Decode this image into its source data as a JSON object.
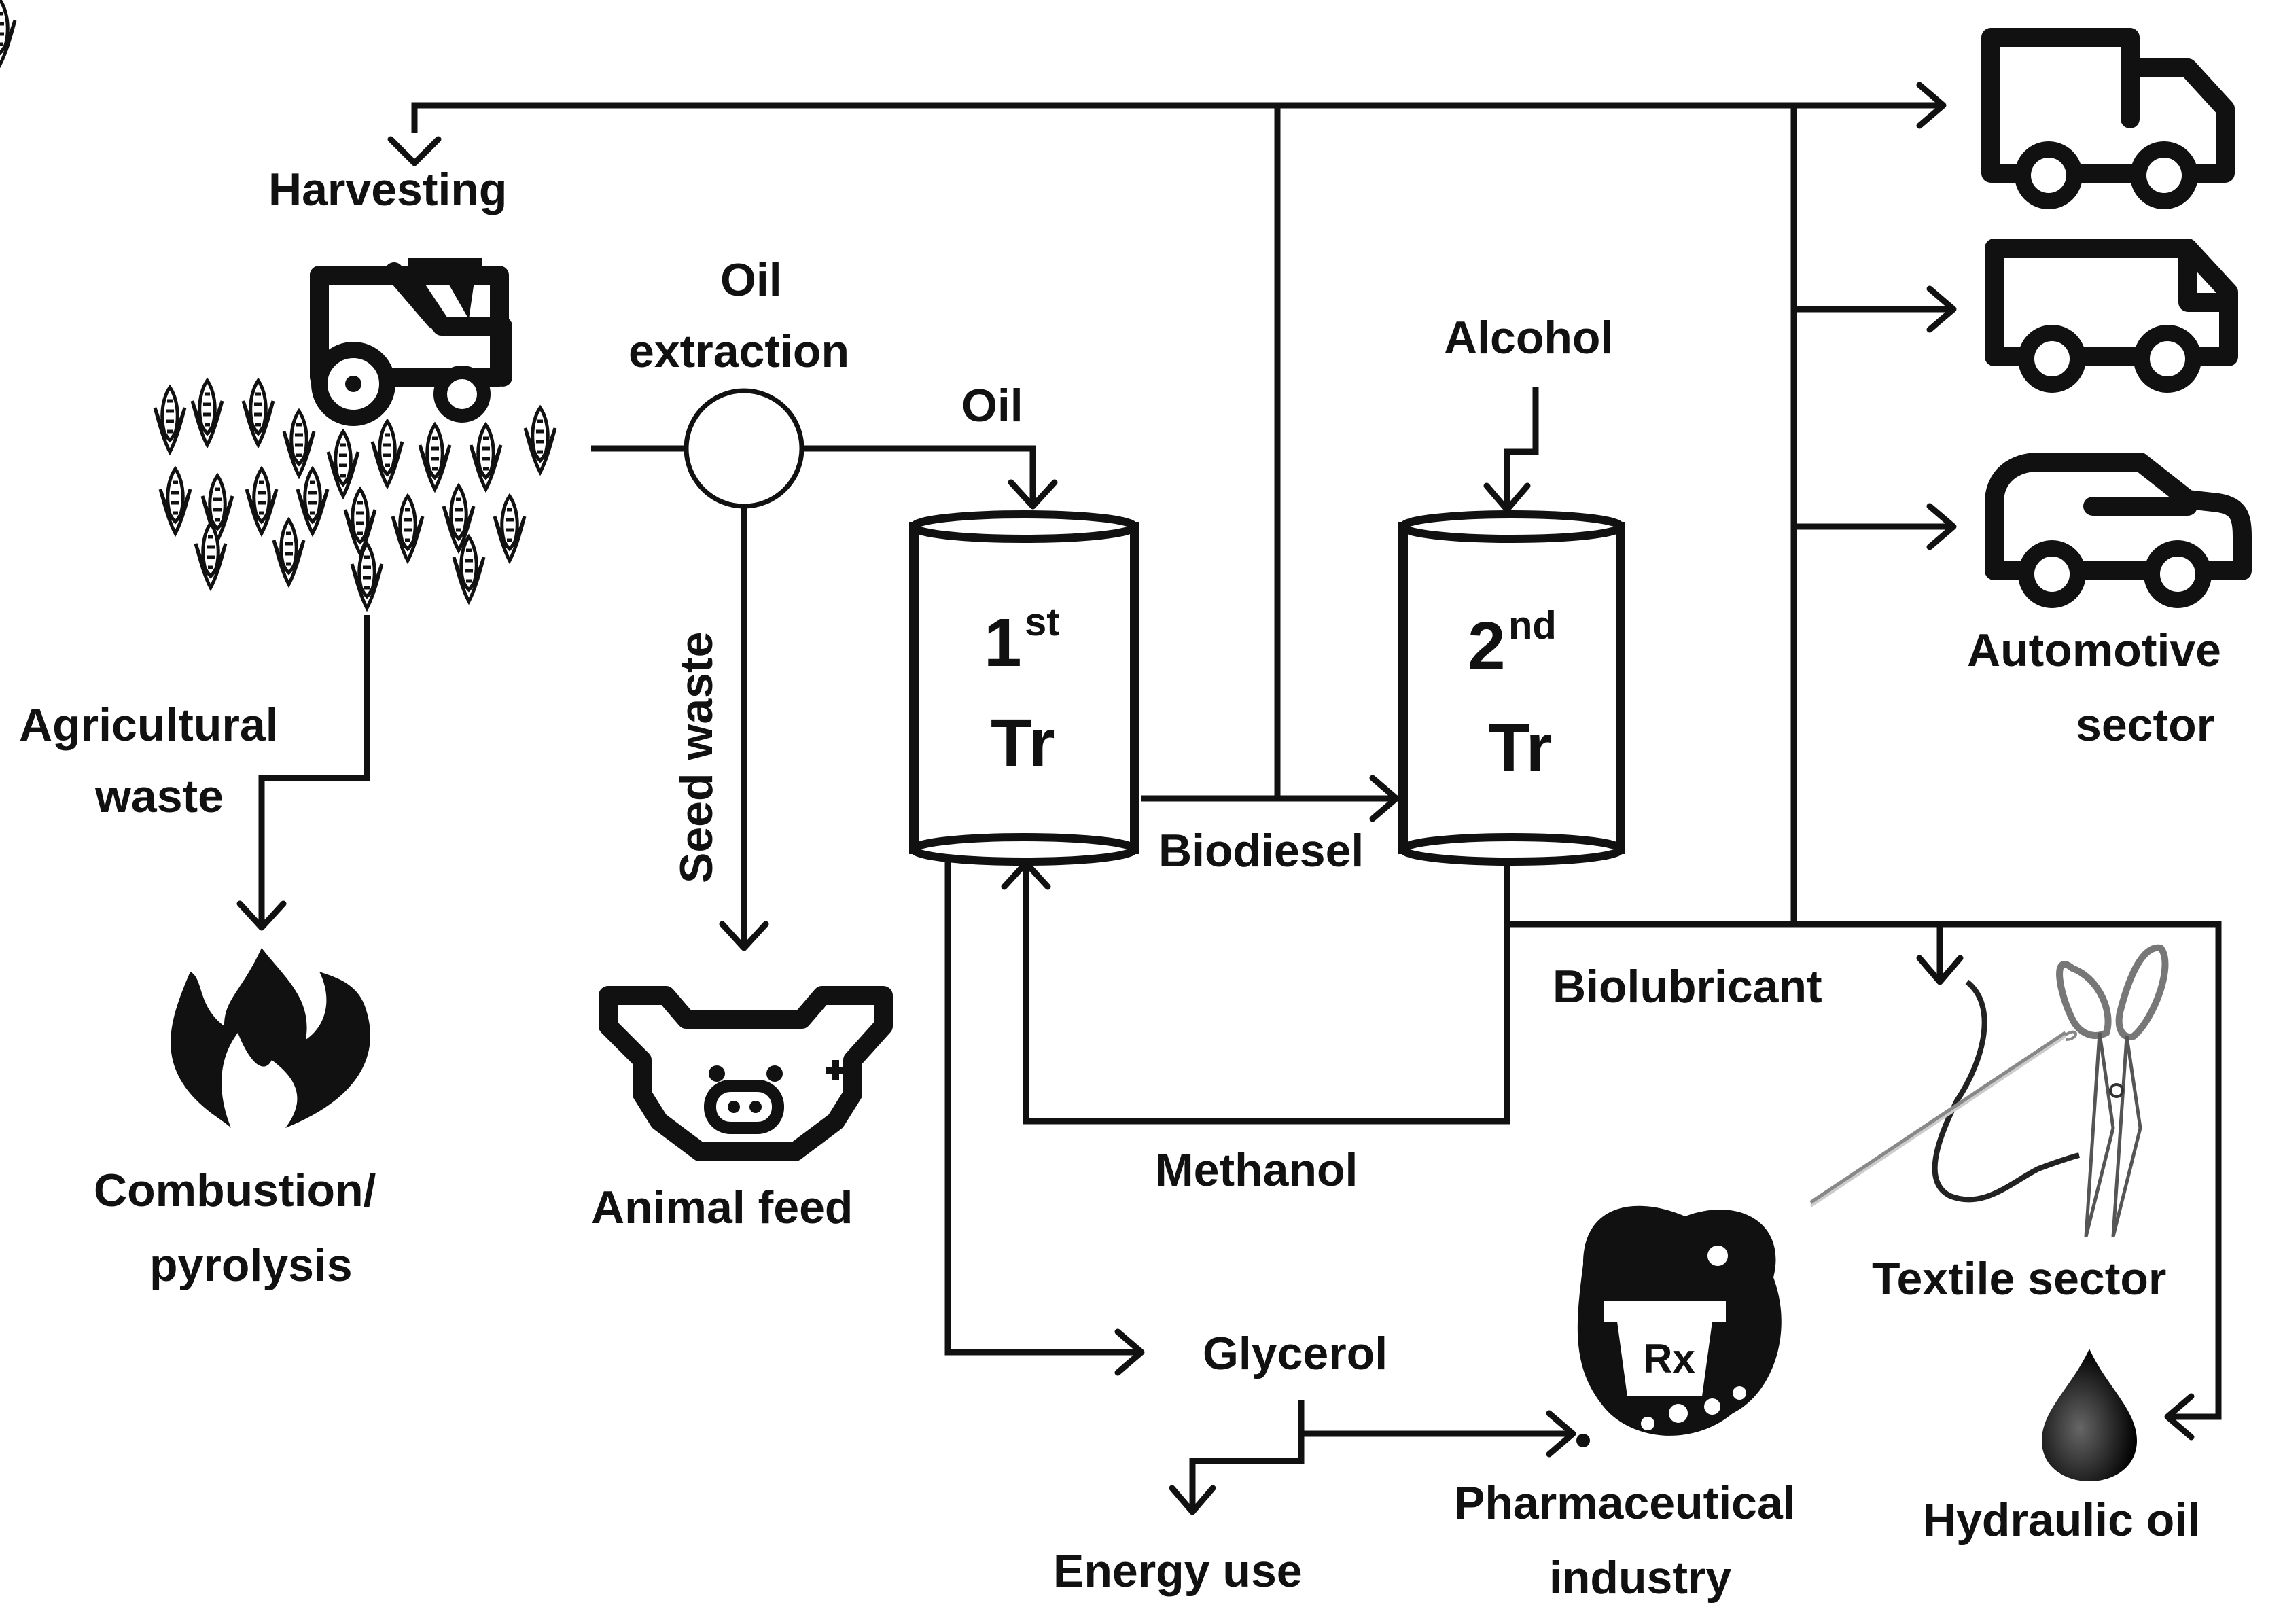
{
  "labels": {
    "harvesting": "Harvesting",
    "oil_extraction_1": "Oil",
    "oil_extraction_2": "extraction",
    "oil": "Oil",
    "alcohol": "Alcohol",
    "seed_waste": "Seed waste",
    "agricultural_waste_1": "Agricultural",
    "agricultural_waste_2": "waste",
    "combustion_1": "Combustion/",
    "combustion_2": "pyrolysis",
    "animal_feed": "Animal feed",
    "reactor1_num": "1",
    "reactor1_sup": "st",
    "reactor1_tr": "Tr",
    "reactor2_num": "2",
    "reactor2_sup": "nd",
    "reactor2_tr": "Tr",
    "biodiesel": "Biodiesel",
    "biolubricant": "Biolubricant",
    "methanol": "Methanol",
    "glycerol": "Glycerol",
    "energy_use": "Energy use",
    "pharma_1": "Pharmaceutical",
    "pharma_2": "industry",
    "automotive_1": "Automotive",
    "automotive_2": "sector",
    "textile": "Textile sector",
    "hydraulic": "Hydraulic oil",
    "rx": "Rx"
  },
  "icons": [
    "tractor-icon",
    "corn-field-icon",
    "flame-icon",
    "pig-icon",
    "truck-icon",
    "van-icon",
    "car-icon",
    "mortar-pestle-icon",
    "needle-scissors-icon",
    "oil-drop-icon"
  ]
}
